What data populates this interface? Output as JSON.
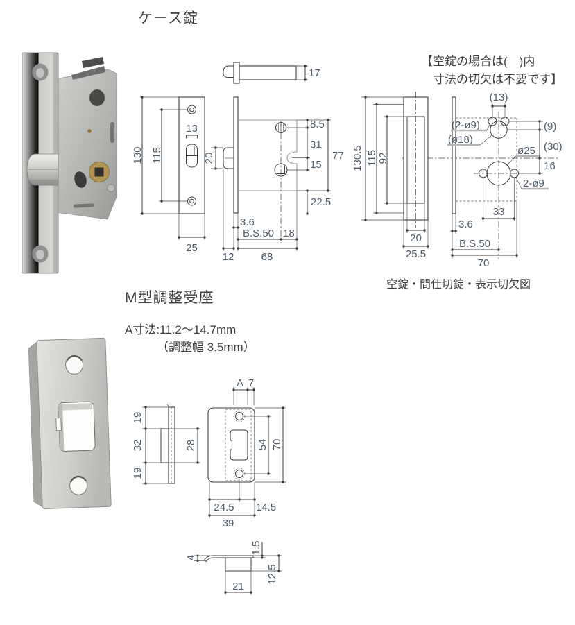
{
  "titles": {
    "case_lock": "ケース錠",
    "strike": "M型調整受座"
  },
  "notes": {
    "cutout_line1": "【空錠の場合は(　)内",
    "cutout_line2": "寸法の切欠は不要です】",
    "cutout_caption": "空錠・間仕切錠・表示切欠図",
    "a_dim_line1": "A寸法:11.2～14.7mm",
    "a_dim_line2": "（調整幅 3.5mm）"
  },
  "case_drawing": {
    "top_depth": "17",
    "plate_height": "130",
    "screw_pitch": "115",
    "slot_width": "13",
    "latch_height": "20",
    "plate_width": "25",
    "dim_8_5": "8.5",
    "dim_31": "31",
    "dim_15": "15",
    "case_height": "77",
    "dim_22_5": "22.5",
    "plate_thickness": "3.6",
    "backset": "B.S.50",
    "dim_18": "18",
    "dim_12": "12",
    "case_depth": "68"
  },
  "cutout_drawing": {
    "height": "130.5",
    "screw_pitch": "115",
    "pocket_height": "92",
    "pocket_width": "20",
    "plate_width": "25.5",
    "top_holes_pitch": "(13)",
    "top_holes": "(2-ø9)",
    "turn_hole": "(ø18)",
    "dim_9": "(9)",
    "dim_30": "(30)",
    "handle_hole": "ø25",
    "dim_16": "16",
    "side_holes": "2-ø9",
    "side_holes_pitch": "33",
    "plate_thickness": "3.6",
    "backset": "B.S.50",
    "width": "70"
  },
  "strike_drawing": {
    "dim_a": "A",
    "dim_7": "7",
    "top_19": "19",
    "mid_32": "32",
    "bottom_19": "19",
    "box_28": "28",
    "hole_pitch": "54",
    "height": "70",
    "dim_24_5": "24.5",
    "dim_14_5": "14.5",
    "width": "39",
    "lip_4": "4",
    "thickness_1_5": "1.5",
    "depth_12_5": "12.5",
    "box_21": "21"
  },
  "colors": {
    "line": "#3c3c3c",
    "dim_text": "#4e5b68",
    "gray_line": "#9d9d9b"
  }
}
